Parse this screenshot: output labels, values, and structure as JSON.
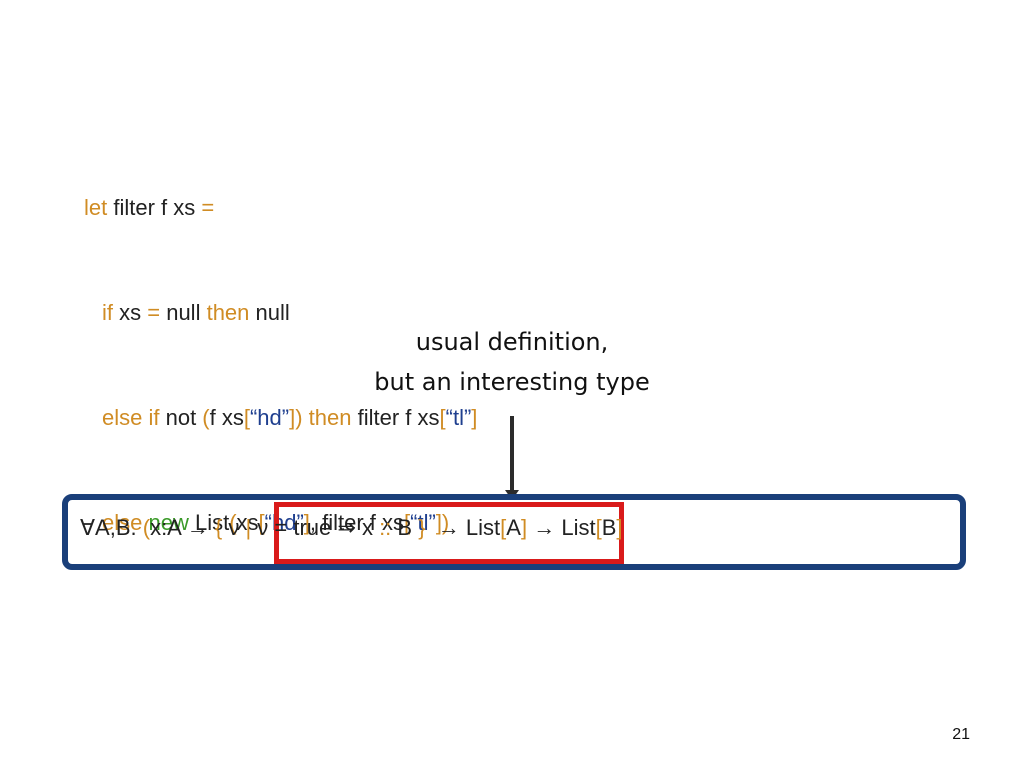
{
  "code": {
    "line1": {
      "let": "let",
      "text": " filter f xs ",
      "eq": "="
    },
    "line2": {
      "if": "if",
      "t1": " xs ",
      "eq": "=",
      "t2": " null ",
      "then": "then",
      "t3": " null"
    },
    "line3": {
      "else_if": "else if",
      "t1": " not ",
      "lp": "(",
      "t2": "f xs",
      "lb": "[",
      "str1": "“hd”",
      "rbp": "])",
      "then": " then",
      "t3": " filter f xs",
      "lb2": "[",
      "str2": "“tl”",
      "rb2": "]"
    },
    "line4": {
      "else": "else",
      "new": " new",
      "t1": " List",
      "lp": "(",
      "t2": "xs",
      "lb": "[",
      "str1": "“hd”",
      "rb": "]",
      "t3": ", filter f xs",
      "lb2": "[",
      "str2": "“tl”",
      "rbp": "])"
    }
  },
  "annotation": {
    "line1": "usual definition,",
    "line2": "but an interesting type"
  },
  "type_signature": {
    "forall": "∀A,B. ",
    "lp": "(",
    "x_a": "x:A ",
    "arrow1": "→ ",
    "lbrace": "{ ",
    "nu1": "ν ",
    "bar": "| ",
    "nu2": "ν",
    "eq_true": " = true ",
    "implies": "⇒",
    "x": " x ",
    "dcolon": "::",
    "b": " B ",
    "rbrace": "}",
    "arrow2": "  → ",
    "list1": "List",
    "lb1": "[",
    "a": "A",
    "rb1": "]",
    "arrow3": " → ",
    "list2": "List",
    "lb2": "[",
    "b2": "B",
    "rb2": "]"
  },
  "page_number": "21"
}
